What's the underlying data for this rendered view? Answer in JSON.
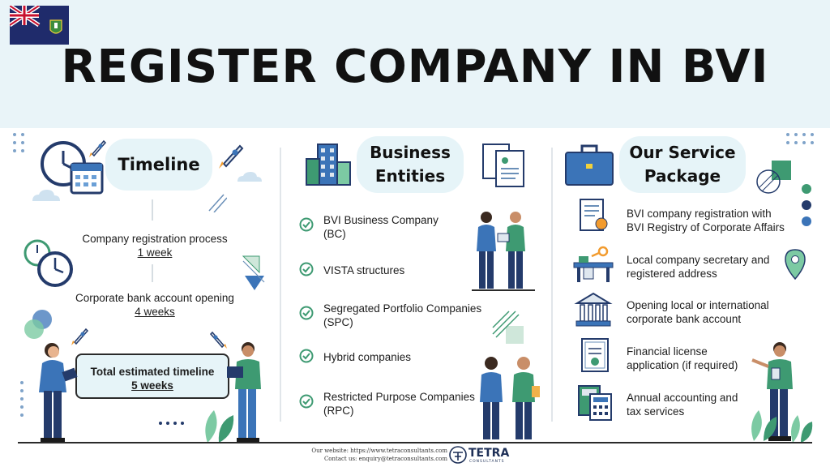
{
  "title": "REGISTER COMPANY IN BVI",
  "timeline": {
    "heading": "Timeline",
    "items": [
      {
        "label": "Company registration process",
        "value": "1 week"
      },
      {
        "label": "Corporate bank account opening",
        "value": "4 weeks"
      }
    ],
    "total_label": "Total estimated timeline",
    "total_value": "5 weeks"
  },
  "entities": {
    "heading_line1": "Business",
    "heading_line2": "Entities",
    "items": [
      {
        "line1": "BVI Business Company",
        "line2": "(BC)"
      },
      {
        "line1": "VISTA structures",
        "line2": ""
      },
      {
        "line1": "Segregated Portfolio Companies",
        "line2": "(SPC)"
      },
      {
        "line1": "Hybrid companies",
        "line2": ""
      },
      {
        "line1": "Restricted Purpose Companies",
        "line2": "(RPC)"
      }
    ]
  },
  "services": {
    "heading_line1": "Our Service",
    "heading_line2": "Package",
    "items": [
      {
        "line1": "BVI company registration with",
        "line2": "BVI Registry of Corporate Affairs",
        "icon": "certificate-icon"
      },
      {
        "line1": "Local company secretary and",
        "line2": "registered address",
        "icon": "desk-key-icon"
      },
      {
        "line1": "Opening local or international",
        "line2": "corporate bank account",
        "icon": "bank-icon"
      },
      {
        "line1": "Financial license",
        "line2": "application (if required)",
        "icon": "license-document-icon"
      },
      {
        "line1": "Annual accounting and",
        "line2": "tax services",
        "icon": "calculator-icon"
      }
    ]
  },
  "footer": {
    "website": "Our website: https://www.tetraconsultants.com",
    "contact": "Contact us: enquiry@tetraconsultants.com",
    "brand": "TETRA",
    "brand_sub": "CONSULTANTS"
  },
  "colors": {
    "header_bg": "#e9f4f8",
    "pill_bg": "#e6f4f8",
    "check_green": "#3e9a72",
    "navy": "#243b6b",
    "accent_blue": "#3b74b8"
  }
}
